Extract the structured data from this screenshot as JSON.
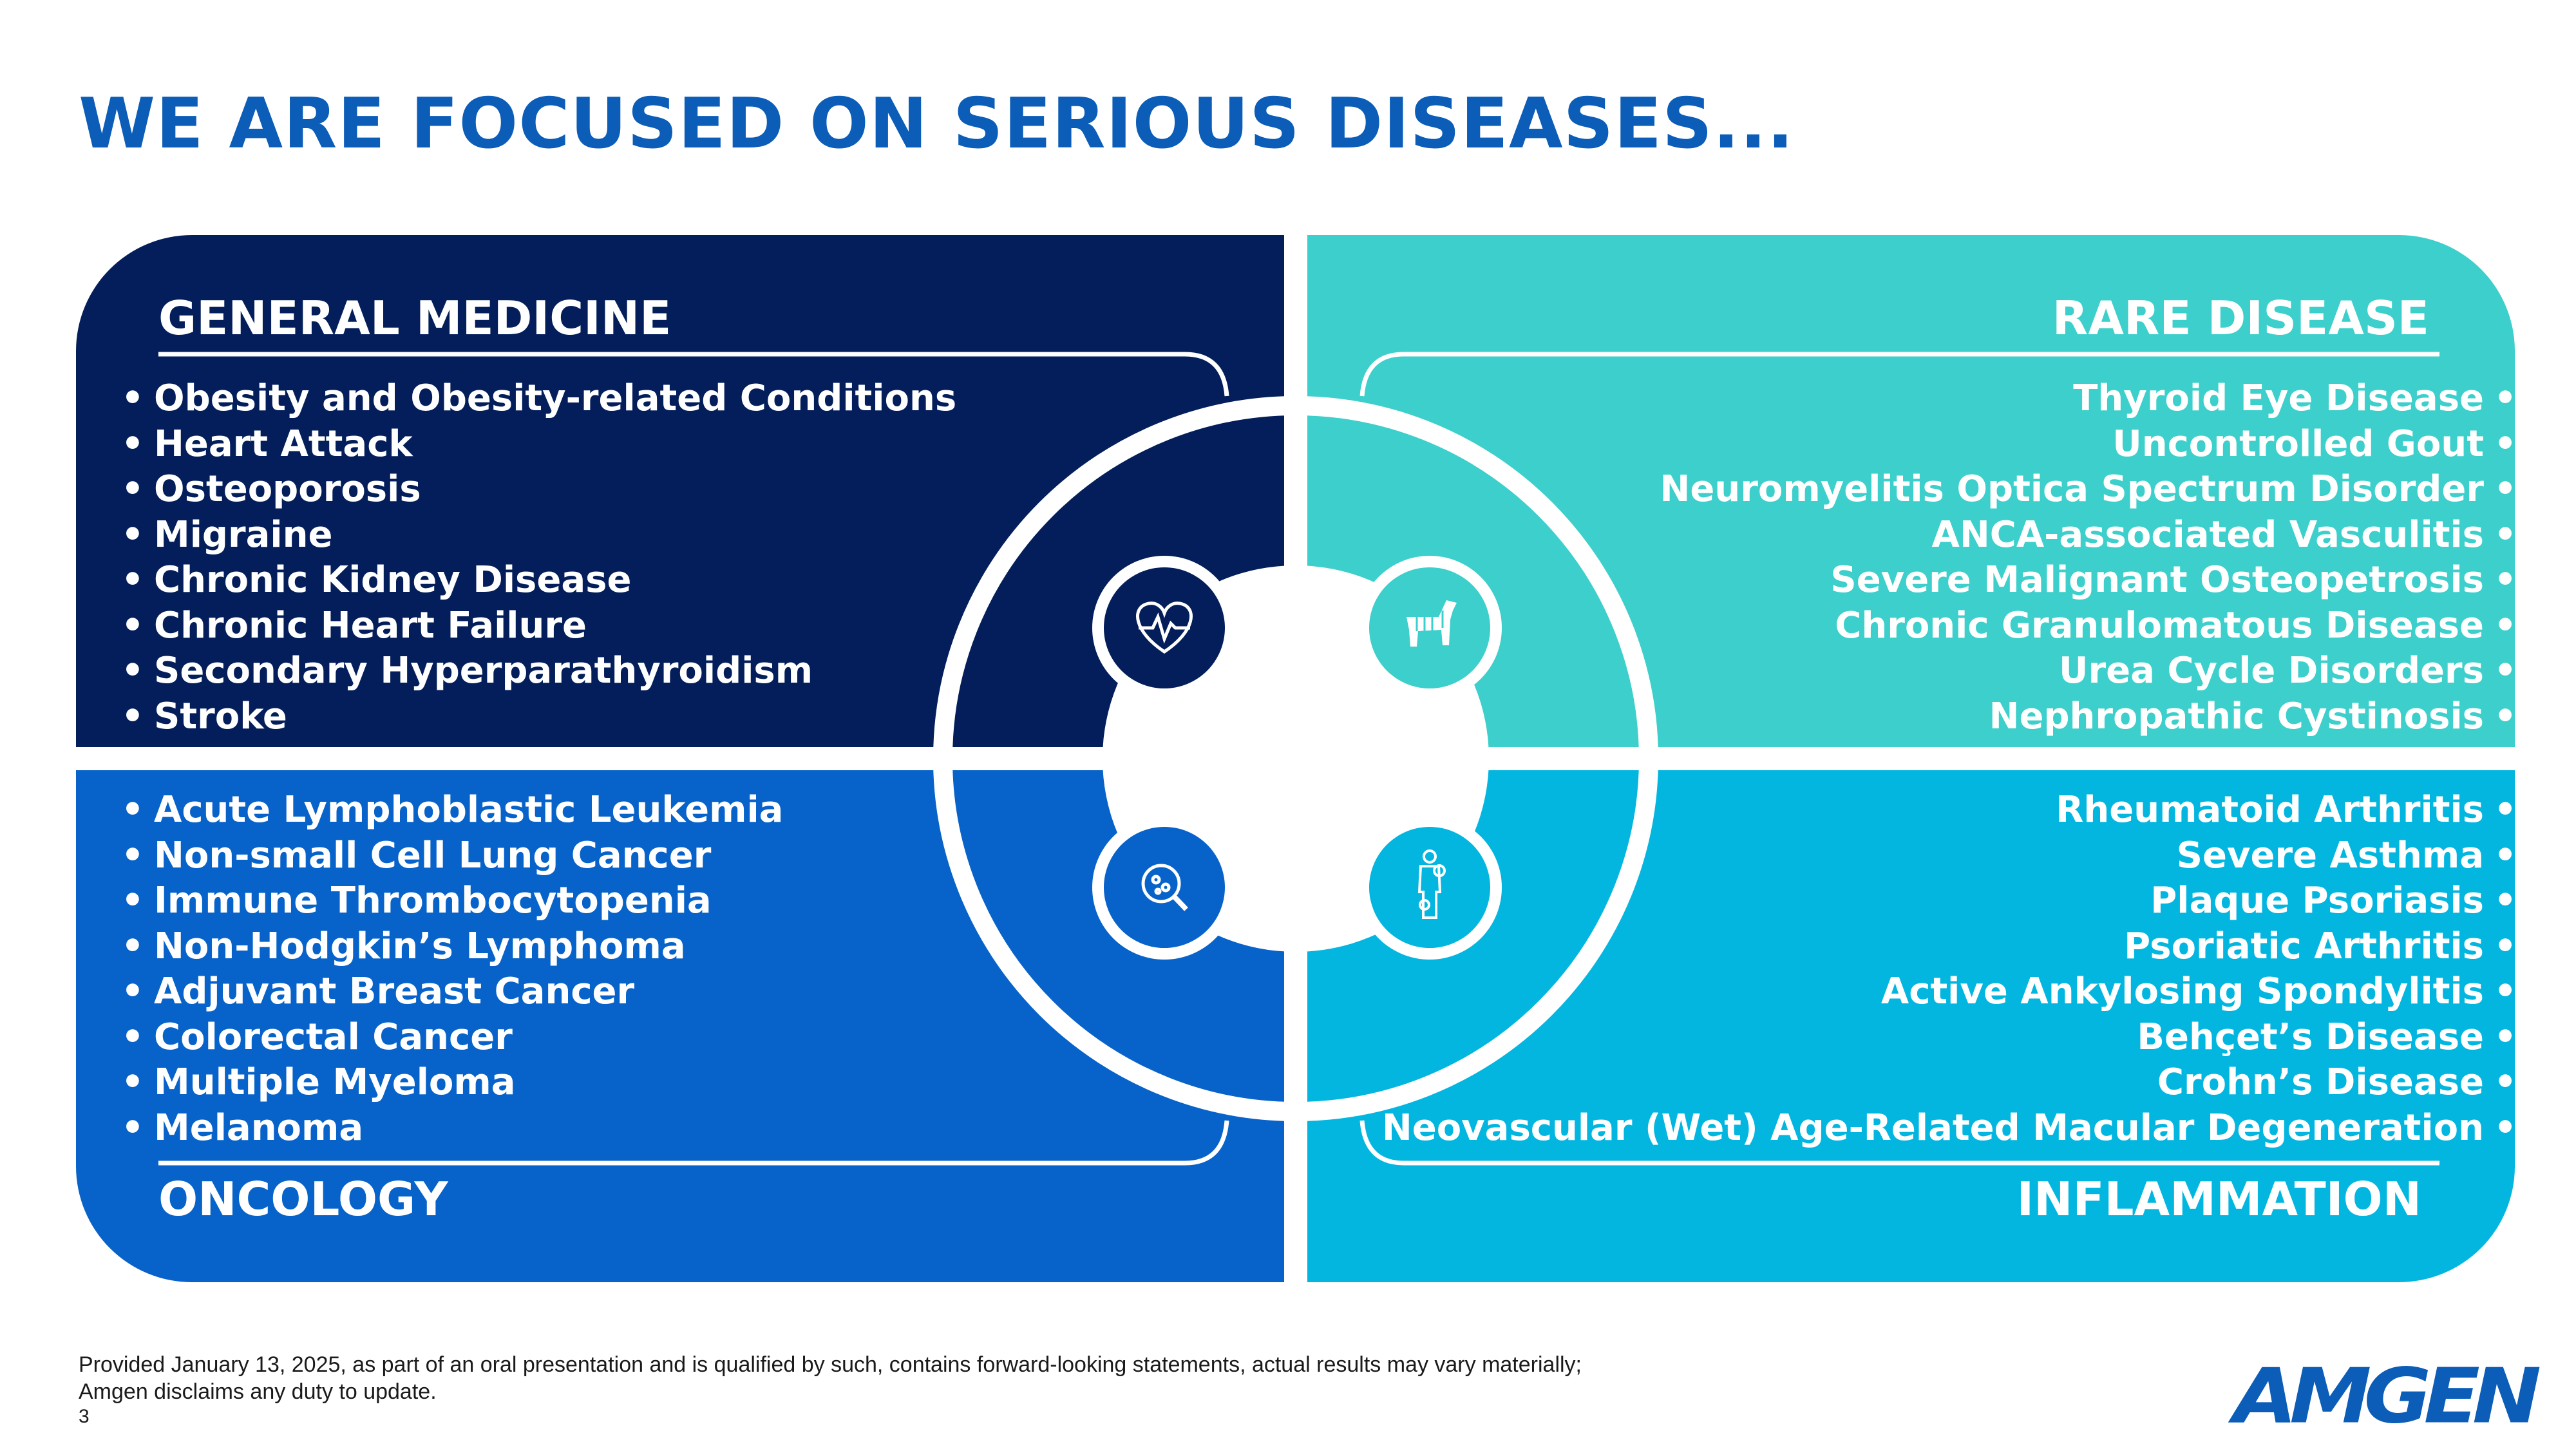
{
  "title": "WE ARE FOCUSED ON SERIOUS DISEASES...",
  "quadrants": {
    "general_medicine": {
      "title": "GENERAL MEDICINE",
      "icon": "heart-pulse-icon",
      "items": [
        "Obesity and Obesity-related Conditions",
        "Heart Attack",
        "Osteoporosis",
        "Migraine",
        "Chronic Kidney Disease",
        "Chronic Heart Failure",
        "Secondary Hyperparathyroidism",
        "Stroke"
      ]
    },
    "rare_disease": {
      "title": "RARE DISEASE",
      "icon": "zebra-icon",
      "items": [
        "Thyroid Eye Disease",
        "Uncontrolled Gout",
        "Neuromyelitis Optica Spectrum Disorder",
        "ANCA-associated Vasculitis",
        "Severe Malignant Osteopetrosis",
        "Chronic Granulomatous Disease",
        "Urea Cycle Disorders",
        "Nephropathic Cystinosis"
      ]
    },
    "oncology": {
      "title": "ONCOLOGY",
      "icon": "cell-magnifier-icon",
      "items": [
        "Acute Lymphoblastic Leukemia",
        "Non-small Cell Lung Cancer",
        "Immune Thrombocytopenia",
        "Non-Hodgkin’s Lymphoma",
        "Adjuvant Breast Cancer",
        "Colorectal Cancer",
        "Multiple Myeloma",
        "Melanoma"
      ]
    },
    "inflammation": {
      "title": "INFLAMMATION",
      "icon": "body-joints-icon",
      "items": [
        "Rheumatoid Arthritis",
        "Severe Asthma",
        "Plaque Psoriasis",
        "Psoriatic Arthritis",
        "Active Ankylosing Spondylitis",
        "Behçet’s Disease",
        "Crohn’s Disease",
        "Neovascular (Wet) Age-Related Macular Degeneration"
      ]
    }
  },
  "colors": {
    "title": "#0B5DB8",
    "general_medicine": "#031E5A",
    "rare_disease": "#3CCFCB",
    "oncology": "#0763C9",
    "inflammation": "#03B6E0"
  },
  "footer": {
    "disclaimer_line1": "Provided January 13, 2025, as part of an oral presentation and is qualified by such, contains forward-looking statements, actual results may vary materially;",
    "disclaimer_line2": "Amgen disclaims any duty to update.",
    "page_number": "3",
    "logo": "AMGEN"
  }
}
